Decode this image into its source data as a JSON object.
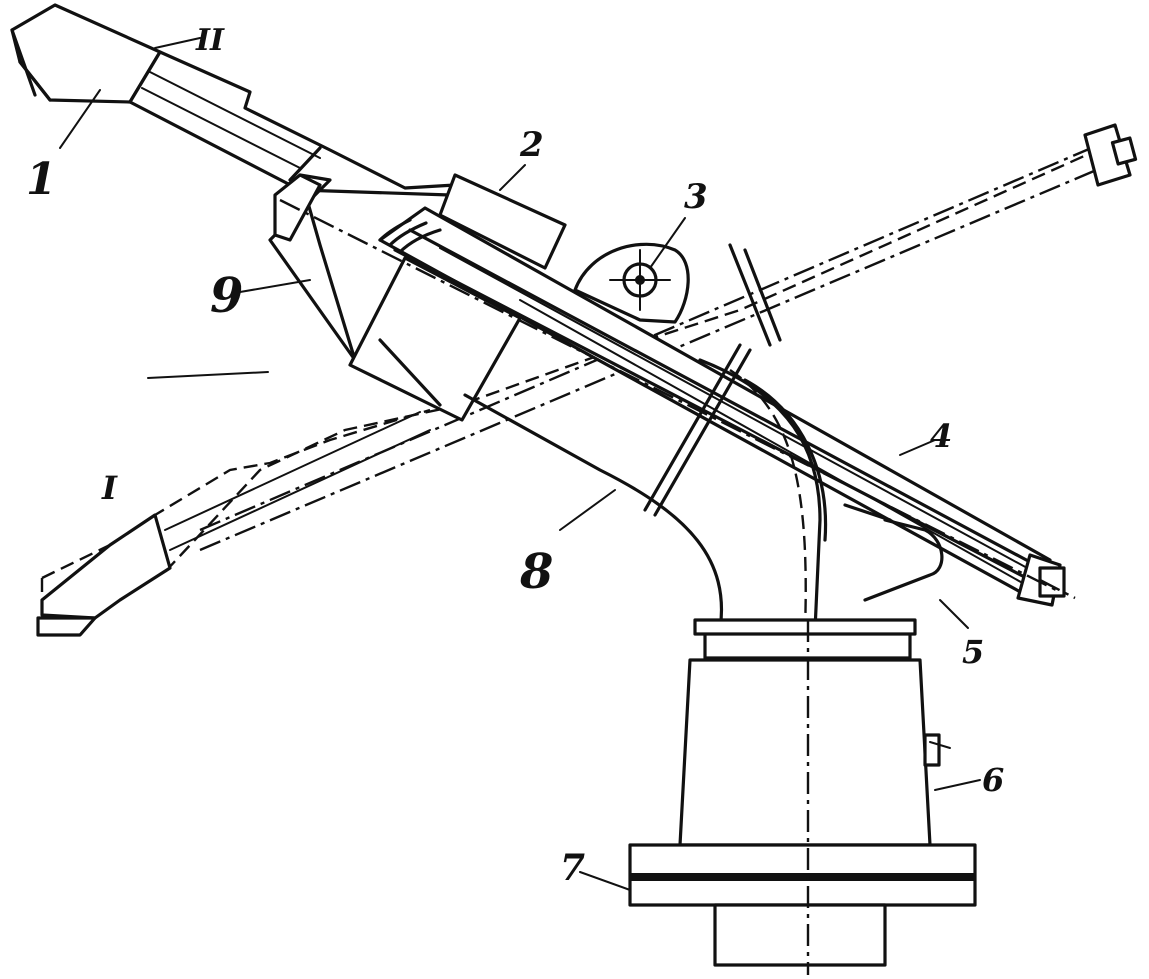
{
  "labels": {
    "position_ii": "II",
    "position_i": "I",
    "part_1": "1",
    "part_2": "2",
    "part_3": "3",
    "part_4": "4",
    "part_5": "5",
    "part_6": "6",
    "part_7": "7",
    "part_8": "8",
    "part_9": "9"
  },
  "colors": {
    "ink": "#111111",
    "paper": "#ffffff"
  }
}
